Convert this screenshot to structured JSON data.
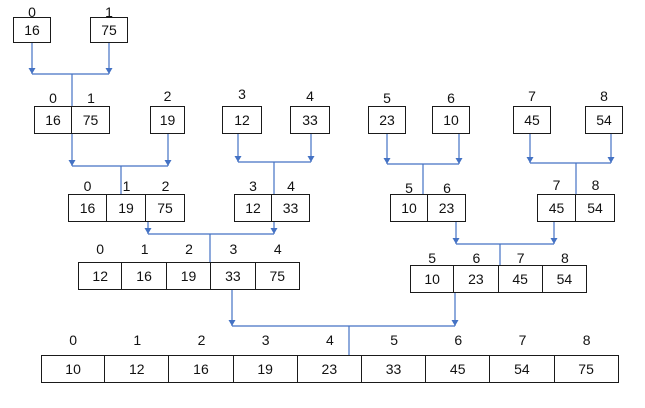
{
  "groups": [
    {
      "id": "g0a",
      "indices": [
        "0"
      ],
      "values": [
        "16"
      ]
    },
    {
      "id": "g0b",
      "indices": [
        "1"
      ],
      "values": [
        "75"
      ]
    },
    {
      "id": "g1a",
      "indices": [
        "0",
        "1"
      ],
      "values": [
        "16",
        "75"
      ]
    },
    {
      "id": "g1b",
      "indices": [
        "2"
      ],
      "values": [
        "19"
      ]
    },
    {
      "id": "g1c",
      "indices": [
        "3"
      ],
      "values": [
        "12"
      ]
    },
    {
      "id": "g1d",
      "indices": [
        "4"
      ],
      "values": [
        "33"
      ]
    },
    {
      "id": "g1e",
      "indices": [
        "5"
      ],
      "values": [
        "23"
      ]
    },
    {
      "id": "g1f",
      "indices": [
        "6"
      ],
      "values": [
        "10"
      ]
    },
    {
      "id": "g1g",
      "indices": [
        "7"
      ],
      "values": [
        "45"
      ]
    },
    {
      "id": "g1h",
      "indices": [
        "8"
      ],
      "values": [
        "54"
      ]
    },
    {
      "id": "g2a",
      "indices": [
        "0",
        "1",
        "2"
      ],
      "values": [
        "16",
        "19",
        "75"
      ]
    },
    {
      "id": "g2b",
      "indices": [
        "3",
        "4"
      ],
      "values": [
        "12",
        "33"
      ]
    },
    {
      "id": "g2c",
      "indices": [
        "5",
        "6"
      ],
      "values": [
        "10",
        "23"
      ]
    },
    {
      "id": "g2d",
      "indices": [
        "7",
        "8"
      ],
      "values": [
        "45",
        "54"
      ]
    },
    {
      "id": "g3a",
      "indices": [
        "0",
        "1",
        "2",
        "3",
        "4"
      ],
      "values": [
        "12",
        "16",
        "19",
        "33",
        "75"
      ]
    },
    {
      "id": "g3b",
      "indices": [
        "5",
        "6",
        "7",
        "8"
      ],
      "values": [
        "10",
        "23",
        "45",
        "54"
      ]
    },
    {
      "id": "g4",
      "indices": [
        "0",
        "1",
        "2",
        "3",
        "4",
        "5",
        "6",
        "7",
        "8"
      ],
      "values": [
        "10",
        "12",
        "16",
        "19",
        "23",
        "33",
        "45",
        "54",
        "75"
      ]
    }
  ],
  "colors": {
    "wire": "#4472c4",
    "border": "#1a1a1a",
    "text": "#111111"
  }
}
